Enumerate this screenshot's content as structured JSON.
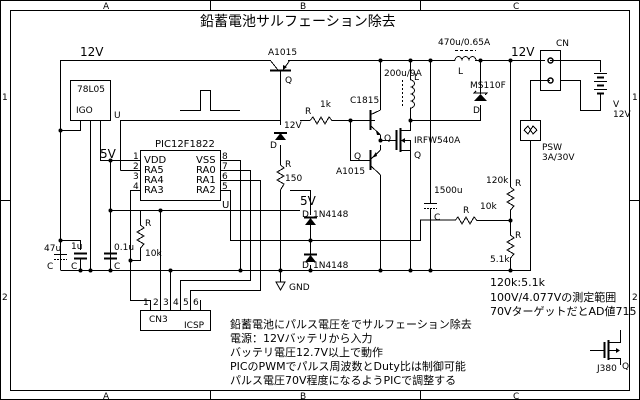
{
  "title": "鉛蓄電池サルフェーション除去",
  "frame": {
    "col_labels": [
      "A",
      "B",
      "C"
    ],
    "row_labels": [
      "1",
      "2"
    ]
  },
  "nets": {
    "v12_left": "12V",
    "v12_right": "12V",
    "v12_zener": "12V",
    "v5_pic": "5V",
    "v5_clamp": "5V",
    "gnd": "GND"
  },
  "components": {
    "regulator": {
      "name": "78L05",
      "ref": "U"
    },
    "mcu": {
      "name": "PIC12F1822",
      "ref": "U",
      "left_pins": [
        {
          "num": "1",
          "label": "VDD"
        },
        {
          "num": "2",
          "label": "RA5"
        },
        {
          "num": "3",
          "label": "RA4"
        },
        {
          "num": "4",
          "label": "RA3"
        }
      ],
      "right_pins": [
        {
          "num": "8",
          "label": "VSS"
        },
        {
          "num": "7",
          "label": "RA0"
        },
        {
          "num": "6",
          "label": "RA1"
        },
        {
          "num": "5",
          "label": "RA2"
        }
      ]
    },
    "q_top": {
      "part": "A1015",
      "ref": "Q"
    },
    "q_c1815": {
      "part": "C1815",
      "ref": "Q"
    },
    "q_a1015": {
      "part": "A1015",
      "ref": "Q"
    },
    "mosfet": {
      "part": "IRFW540A",
      "ref": "Q"
    },
    "mosfet_corner": {
      "part": "J380",
      "ref": "Q"
    },
    "r_1k": {
      "ref": "R",
      "value": "1k"
    },
    "r_150": {
      "ref": "R",
      "value": "150"
    },
    "r_10k_pic": {
      "ref": "R",
      "value": "10k"
    },
    "r_10k_ad": {
      "ref": "R",
      "value": "10k"
    },
    "r_120k": {
      "ref": "R",
      "value": "120k"
    },
    "r_5k1": {
      "ref": "R",
      "value": "5.1k"
    },
    "zener": {
      "ref": "D"
    },
    "d_clamp_top": {
      "ref": "D",
      "part": "1N4148"
    },
    "d_clamp_bot": {
      "ref": "D",
      "part": "1N4148"
    },
    "d_schottky": {
      "ref": "D",
      "part": "MS110F"
    },
    "l_pulse": {
      "ref": "L",
      "value": "200u/9A"
    },
    "l_filter": {
      "ref": "L",
      "value": "470u/0.65A"
    },
    "c_47u": {
      "ref": "C",
      "value": "47u"
    },
    "c_1u": {
      "ref": "C",
      "value": "1u"
    },
    "c_01u": {
      "ref": "C",
      "value": "0.1u"
    },
    "c_1500u": {
      "ref": "C",
      "value": "1500u"
    },
    "cn": {
      "ref": "CN"
    },
    "cn3": {
      "ref": "CN3",
      "name": "ICSP",
      "pins": [
        "1",
        "2",
        "3",
        "4",
        "5",
        "6"
      ]
    },
    "battery": {
      "ref": "V",
      "value": "12V"
    },
    "psw": {
      "ref": "PSW",
      "value": "3A/30V"
    }
  },
  "notes_divider": [
    "120k:5.1k",
    "100V/4.077Vの測定範囲",
    "70VターゲットだとAD値715"
  ],
  "notes_main": [
    "鉛蓄電池にパルス電圧をでサルフェーション除去",
    "電源：12Vバッテリから入力",
    "バッテリ電圧12.7V以上で動作",
    "PICのPWMでパルス周波数とDuty比は制御可能",
    "パルス電圧70V程度になるようPICで調整する"
  ]
}
